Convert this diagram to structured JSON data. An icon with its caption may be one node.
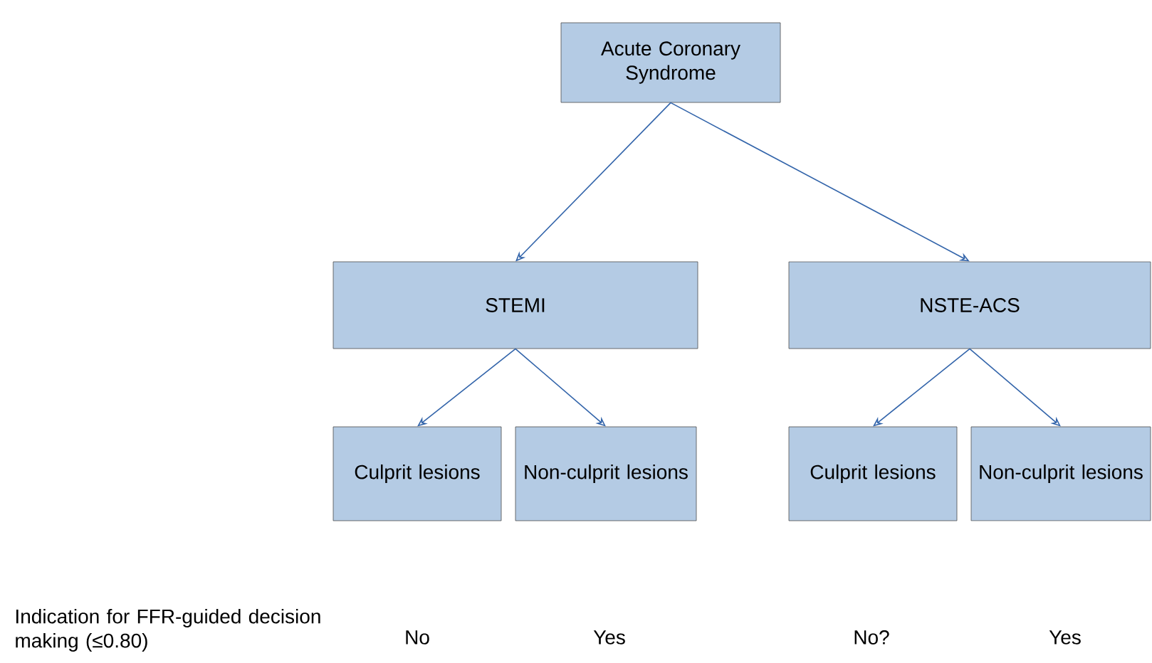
{
  "diagram": {
    "nodes": [
      {
        "text": [
          "Acute Coronary Syndrome"
        ]
      },
      {
        "text": [
          "STEMI"
        ]
      },
      {
        "text": [
          "NSTE-ACS"
        ]
      },
      {
        "text": [
          "Culprit lesions"
        ]
      },
      {
        "text": [
          "Non-culprit lesions"
        ]
      },
      {
        "text": [
          "Culprit lesions"
        ]
      },
      {
        "text": [
          "Non-culprit lesions"
        ]
      }
    ],
    "edges": [
      {
        "from": 0,
        "to": 1,
        "arrow": "to"
      },
      {
        "from": 0,
        "to": 2,
        "arrow": "to"
      },
      {
        "from": 1,
        "to": 3,
        "arrow": "to"
      },
      {
        "from": 1,
        "to": 4,
        "arrow": "to"
      },
      {
        "from": 2,
        "to": 5,
        "arrow": "to"
      },
      {
        "from": 2,
        "to": 6,
        "arrow": "to"
      }
    ],
    "labels": [
      "Indication for FFR-guided decision making (≤0.80)",
      "No",
      "Yes",
      "No?",
      "Yes"
    ]
  }
}
